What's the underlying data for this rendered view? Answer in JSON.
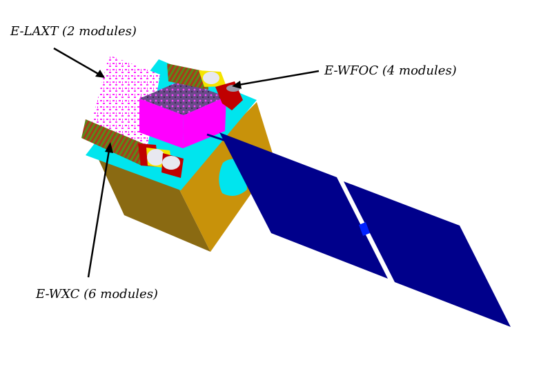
{
  "labels": {
    "laxt": "E-LAXT (2 modules)",
    "wfoc": "E-WFOC (4 modules)",
    "wxc": "E-WXC (6 modules)"
  },
  "colors": {
    "body_front": "#8a6a12",
    "body_side": "#c8920a",
    "platform": "#00e5ee",
    "telescope": "#ff00ff",
    "solar_panel": "#00008b",
    "module_red": "#c00000",
    "module_yellow": "#f5e400",
    "module_green": "#3f8a1f",
    "lens": "#e8e8f0",
    "arrow": "#000000"
  }
}
